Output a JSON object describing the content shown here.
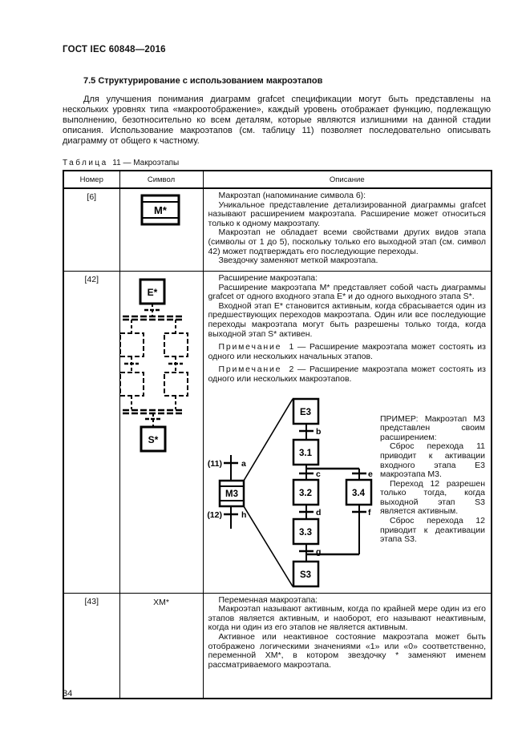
{
  "page": {
    "header": "ГОСТ IEC 60848—2016",
    "page_number": "34"
  },
  "section": {
    "title": "7.5 Структурирование с использованием макроэтапов",
    "paragraph": "Для улучшения понимания диаграмм grafcet спецификации могут быть представлены на нескольких уровнях типа «макроотображение», каждый уровень отображает функцию, подлежащую выполнению, безотносительно ко всем деталям, которые являются излишними на данной стадии описания. Использование макроэтапов (см. таблицу 11) позволяет последовательно описывать диаграмму от общего к частному."
  },
  "table": {
    "caption_label": "Таблица",
    "caption_rest": "11 — Макроэтапы",
    "headers": [
      "Номер",
      "Символ",
      "Описание"
    ],
    "row6": {
      "number": "[6]",
      "symbol_label": "M*",
      "p1": "Макроэтап (напоминание символа 6):",
      "p2": "Уникальное представление детализированной диаграммы grafcet называют расширением макроэтапа. Расширение может относиться только к одному макроэтапу.",
      "p3": "Макроэтап не обладает всеми свойствами других видов этапа (символы от 1 до 5), поскольку только его выходной этап (см. символ 42) может подтверждать его последующие переходы.",
      "p4": "Звездочку заменяют меткой макроэтапа."
    },
    "row42": {
      "number": "[42]",
      "p1": "Расширение макроэтапа:",
      "p2": "Расширение макроэтапа М* представляет собой часть диаграммы grafcet от одного входного этапа Е* и до одного выходного этапа S*.",
      "p3": "Входной этап Е* становится активным, когда сбрасывается один из предшествующих переходов макроэтапа. Один или все последующие переходы макроэтапа могут быть разрешены только тогда, когда выходной этап S* активен.",
      "note1_label": "Примечание",
      "note1_num": "1",
      "note1_text": "— Расширение макроэтапа может состоять из одного или нескольких начальных этапов.",
      "note2_label": "Примечание",
      "note2_num": "2",
      "note2_text": "— Расширение макроэтапа может состоять из одного или нескольких макроэтапов.",
      "example_p1": "ПРИМЕР: Макроэтап М3 представлен своим расширением:",
      "example_p2": "Сброс перехода 11 приводит к активации входного этапа Е3 макроэтапа М3.",
      "example_p3": "Переход 12 разрешен только тогда, когда выходной этап S3 является активным.",
      "example_p4": "Сброс перехода 12 приводит к деактивации этапа S3."
    },
    "row43": {
      "number": "[43]",
      "symbol_label": "ХМ*",
      "p1": "Переменная макроэтапа:",
      "p2": "Макроэтап называют активным, когда по крайней мере один из его этапов является активным, и наоборот, его называют неактивным, когда ни один из его этапов не является активным.",
      "p3": "Активное или неактивное состояние макроэтапа может быть отображено логическими значениями «1» или «0» соответственно, переменной ХМ*, в котором звездочку * заменяют именем рассматриваемого макроэтапа."
    }
  },
  "diagrams": {
    "expansion_symbol": {
      "entry": "E*",
      "exit": "S*"
    },
    "example": {
      "upstream_ref": "(11)",
      "upstream_receptivity": "a",
      "macro": "М3",
      "downstream_ref": "(12)",
      "downstream_receptivity": "h",
      "entry_step": "E3",
      "t_b": "b",
      "step_31": "3.1",
      "t_c": "c",
      "t_e": "e",
      "step_32": "3.2",
      "step_34": "3.4",
      "t_d": "d",
      "t_f": "f",
      "step_33": "3.3",
      "t_g": "g",
      "exit_step": "S3"
    }
  }
}
